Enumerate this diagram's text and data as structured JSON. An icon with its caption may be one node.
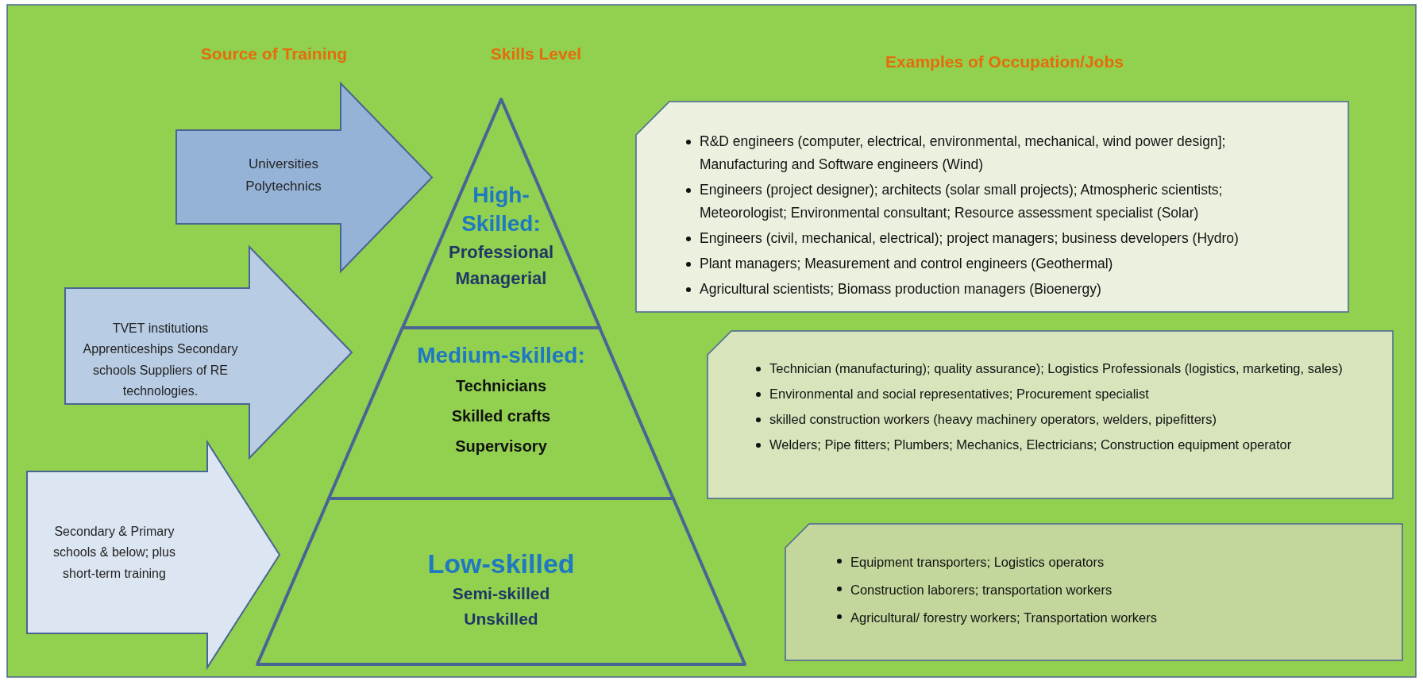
{
  "diagram": {
    "nodes": [
      {
        "text": [
          "Universities Polytechnics"
        ]
      },
      {
        "text": [
          "TVET institutions Apprenticeships Secondary schools Suppliers of RE technologies."
        ]
      },
      {
        "text": [
          "Secondary & Primary schools & below; plus short-term training"
        ]
      },
      {
        "text": [
          "High-Skilled:",
          "Professional",
          "Managerial"
        ]
      },
      {
        "text": [
          "Medium-skilled:",
          "Technicians",
          "Skilled crafts",
          "Supervisory"
        ]
      },
      {
        "text": [
          "Low-skilled",
          "Semi-skilled",
          "Unskilled"
        ]
      },
      {
        "text": [
          "R&D engineers (computer, electrical, environmental, mechanical, wind power design]; Manufacturing and Software engineers (Wind)",
          "Engineers (project designer); architects (solar small projects); Atmospheric scientists; Meteorologist; Environmental consultant; Resource assessment specialist (Solar)",
          "Engineers (civil, mechanical, electrical); project managers; business developers (Hydro)",
          "Plant managers; Measurement and control engineers (Geothermal)",
          "Agricultural scientists; Biomass production managers (Bioenergy)"
        ]
      },
      {
        "text": [
          "Technician (manufacturing); quality assurance); Logistics Professionals (logistics, marketing, sales)",
          "Environmental and social representatives; Procurement specialist",
          "skilled construction workers (heavy machinery operators, welders, pipefitters)",
          "Welders; Pipe fitters; Plumbers; Mechanics, Electricians; Construction equipment operator"
        ]
      },
      {
        "text": [
          "Equipment transporters; Logistics operators",
          "Construction laborers; transportation workers",
          "Agricultural/ forestry workers; Transportation workers"
        ]
      }
    ],
    "labels": [
      "Source of Training",
      "Skills Level",
      "Examples of Occupation/Jobs"
    ]
  }
}
